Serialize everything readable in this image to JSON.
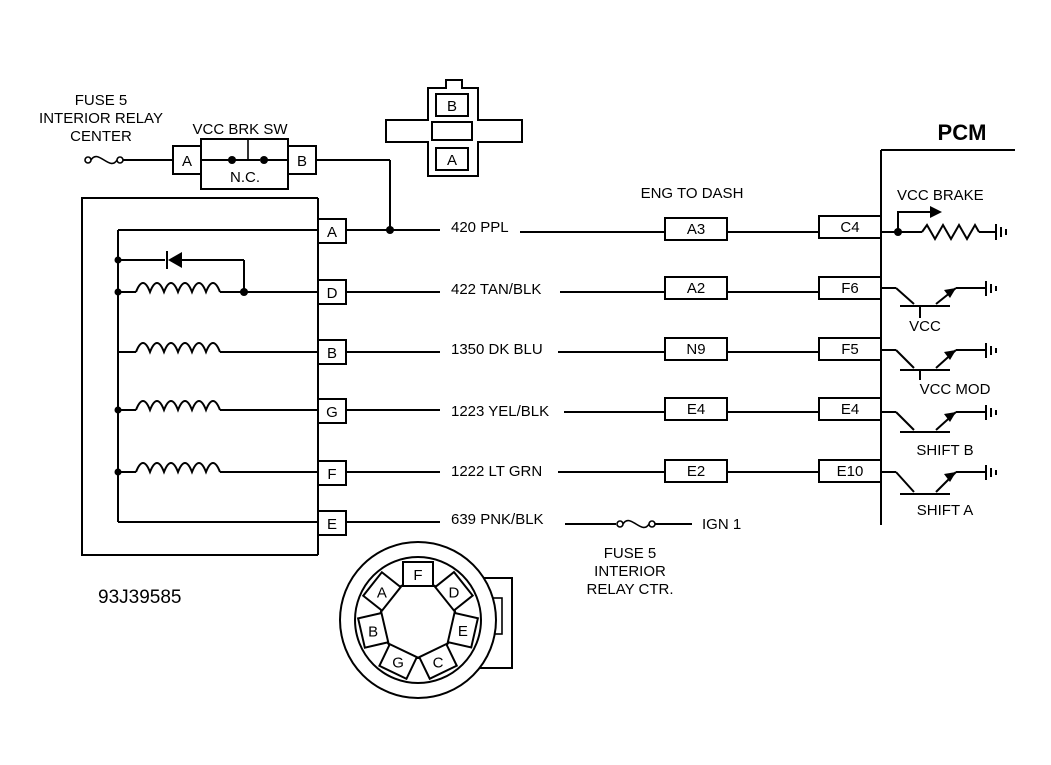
{
  "diagram": {
    "id_code": "93J39585",
    "pcm_label": "PCM",
    "fuse_top": [
      "FUSE 5",
      "INTERIOR RELAY",
      "CENTER"
    ],
    "switch": {
      "label": "VCC BRK SW",
      "nc_label": "N.C.",
      "pin_a": "A",
      "pin_b": "B"
    },
    "switch_connector_face": {
      "pin_b": "B",
      "pin_a": "A"
    },
    "eng_to_dash_label": "ENG TO DASH",
    "solenoid_pins": [
      "A",
      "D",
      "B",
      "G",
      "F",
      "E"
    ],
    "wires": [
      {
        "pin": "A",
        "label": "420 PPL",
        "dash": "A3",
        "pcm": "C4",
        "output": "VCC BRAKE"
      },
      {
        "pin": "D",
        "label": "422 TAN/BLK",
        "dash": "A2",
        "pcm": "F6",
        "output": "VCC"
      },
      {
        "pin": "B",
        "label": "1350 DK BLU",
        "dash": "N9",
        "pcm": "F5",
        "output": "VCC MOD"
      },
      {
        "pin": "G",
        "label": "1223 YEL/BLK",
        "dash": "E4",
        "pcm": "E4",
        "output": "SHIFT B"
      },
      {
        "pin": "F",
        "label": "1222 LT GRN",
        "dash": "E2",
        "pcm": "E10",
        "output": "SHIFT A"
      },
      {
        "pin": "E",
        "label": "639 PNK/BLK",
        "dash": "",
        "pcm": "",
        "output": "IGN 1"
      }
    ],
    "fuse_bottom": [
      "FUSE 5",
      "INTERIOR",
      "RELAY CTR."
    ],
    "round_connector_pins": [
      "F",
      "D",
      "E",
      "C",
      "G",
      "B",
      "A"
    ]
  }
}
